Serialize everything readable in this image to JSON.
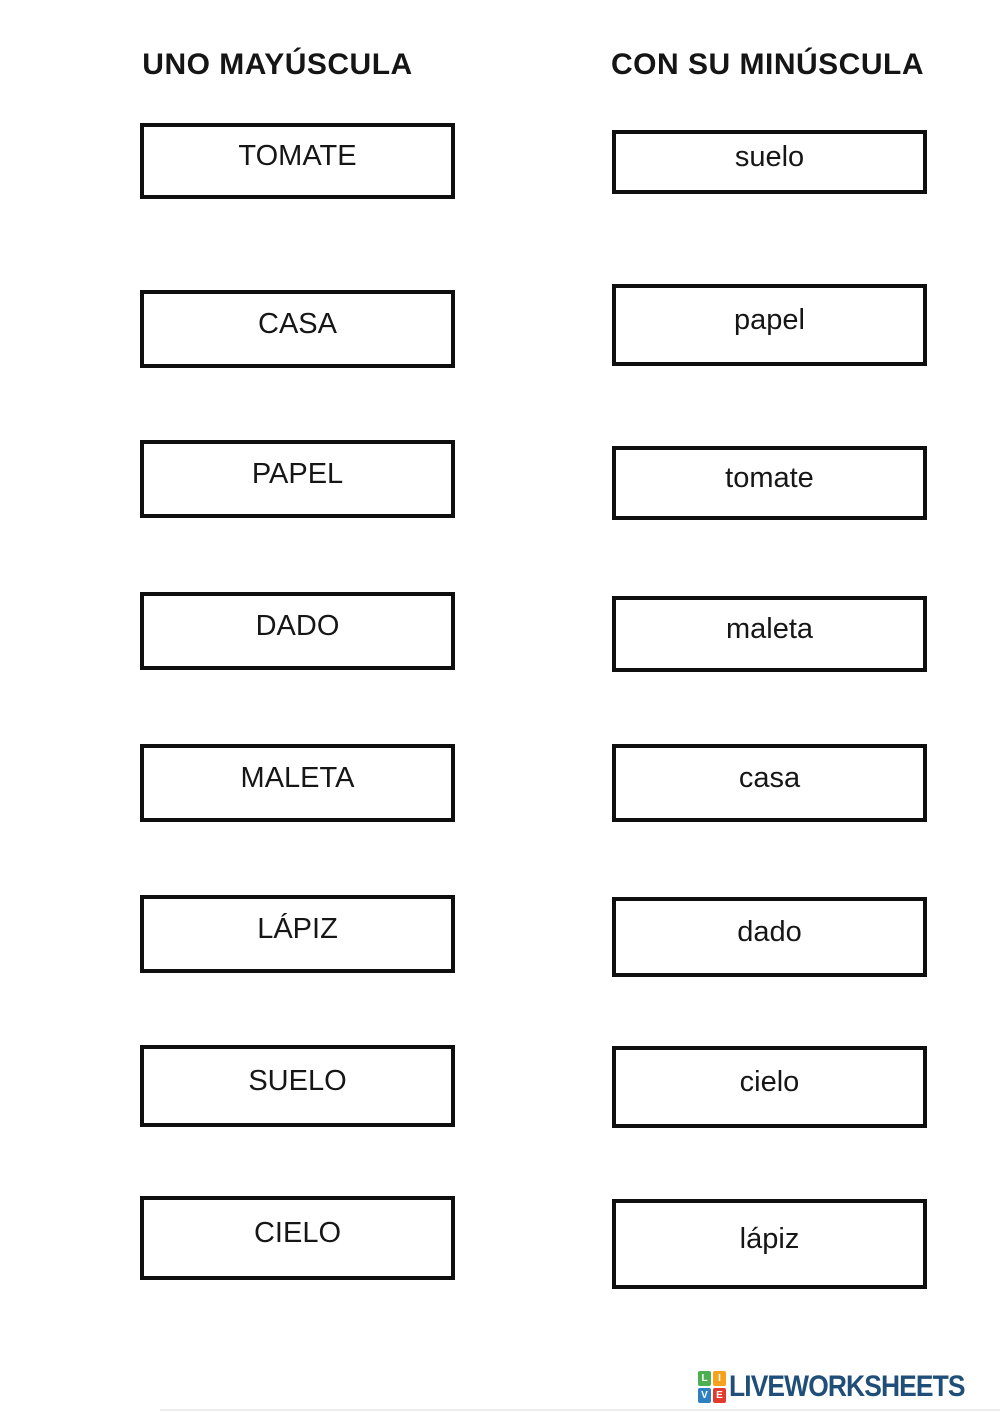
{
  "headers": {
    "left": "UNO MAYÚSCULA",
    "right": "CON SU MINÚSCULA"
  },
  "rows": [
    {
      "left": "TOMATE",
      "right": "suelo"
    },
    {
      "left": "CASA",
      "right": "papel"
    },
    {
      "left": "PAPEL",
      "right": "tomate"
    },
    {
      "left": "DADO",
      "right": "maleta"
    },
    {
      "left": "MALETA",
      "right": "casa"
    },
    {
      "left": "LÁPIZ",
      "right": "dado"
    },
    {
      "left": "SUELO",
      "right": "cielo"
    },
    {
      "left": "CIELO",
      "right": "lápiz"
    }
  ],
  "footer": {
    "brand": "LIVEWORKSHEETS",
    "brand_color": "#1f4e79",
    "logo_letters": [
      "L",
      "I",
      "V",
      "E"
    ],
    "logo_colors": {
      "L": "#4caf50",
      "I": "#f6a21d",
      "V": "#2f80c3",
      "E": "#e23b2e"
    }
  }
}
